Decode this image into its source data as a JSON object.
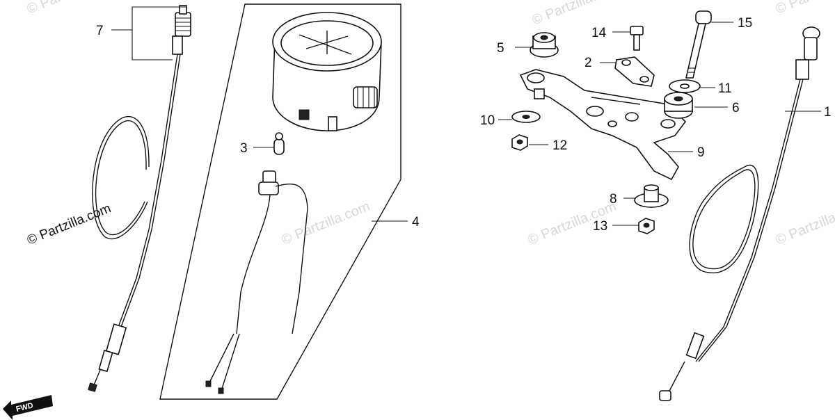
{
  "watermarks": [
    "© Partzilla.com",
    "© Partzilla.com",
    "© Partzilla.com",
    "© Partzilla.com",
    "© Partzilla.com",
    "© Partzilla.com",
    "© Partzilla.com"
  ],
  "direction_marker": "FWD",
  "callouts": {
    "c1": "1",
    "c2": "2",
    "c3": "3",
    "c4": "4",
    "c5": "5",
    "c6": "6",
    "c7": "7",
    "c8": "8",
    "c9": "9",
    "c10": "10",
    "c11": "11",
    "c12": "12",
    "c13": "13",
    "c14": "14",
    "c15": "15"
  }
}
